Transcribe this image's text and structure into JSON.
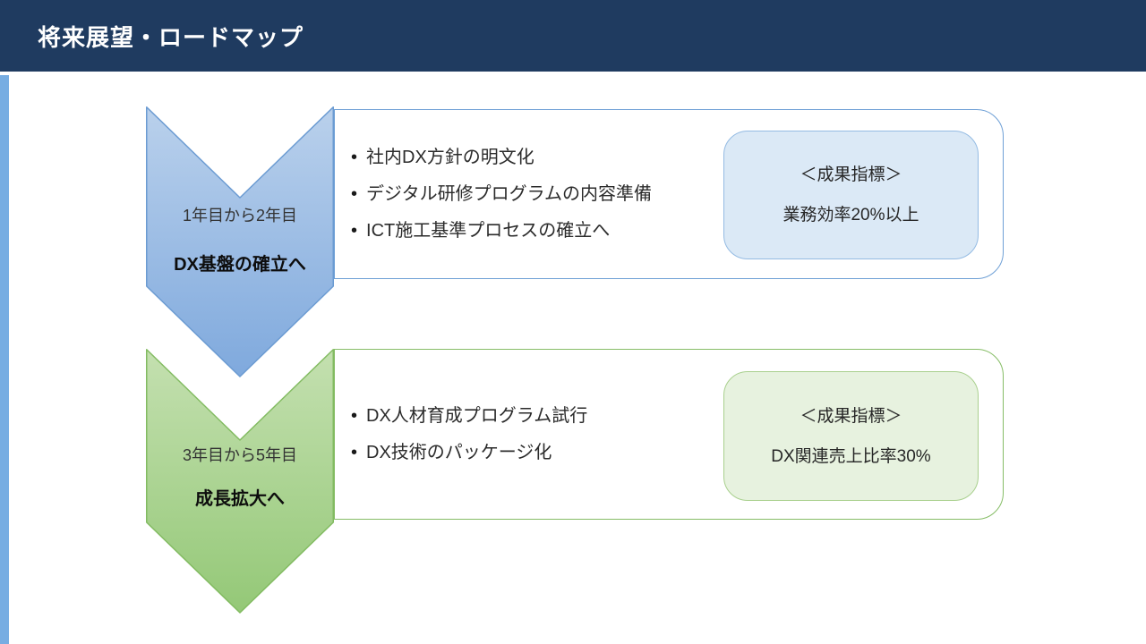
{
  "slide_title": "将来展望・ロードマップ",
  "sections": [
    {
      "period": "1年目から2年目",
      "goal": "DX基盤の確立へ",
      "bullets": [
        "社内DX方針の明文化",
        "デジタル研修プログラムの内容準備",
        "ICT施工基準プロセスの確立へ"
      ],
      "kpi": {
        "label": "＜成果指標＞",
        "target": "業務効率20%以上"
      }
    },
    {
      "period": "3年目から5年目",
      "goal": "成長拡大へ",
      "bullets": [
        "DX人材育成プログラム試行",
        "DX技術のパッケージ化"
      ],
      "kpi": {
        "label": "＜成果指標＞",
        "target": "DX関連売上比率30%"
      }
    }
  ],
  "colors": {
    "header_bg": "#1F3B60",
    "side_strip": "#77ADE2",
    "phase1_chevron_top": "#BAD1EC",
    "phase1_chevron_bottom": "#7FA9DD",
    "phase1_chevron_border": "#6B9BD2",
    "phase1_box_border": "#6FA0D6",
    "phase1_kpi_fill": "#DBE9F6",
    "phase1_kpi_border": "#94BBE3",
    "phase2_chevron_top": "#C4E0B0",
    "phase2_chevron_bottom": "#94C877",
    "phase2_chevron_border": "#82BB61",
    "phase2_box_border": "#86BD66",
    "phase2_kpi_fill": "#E7F2DF",
    "phase2_kpi_border": "#A9D08E"
  }
}
